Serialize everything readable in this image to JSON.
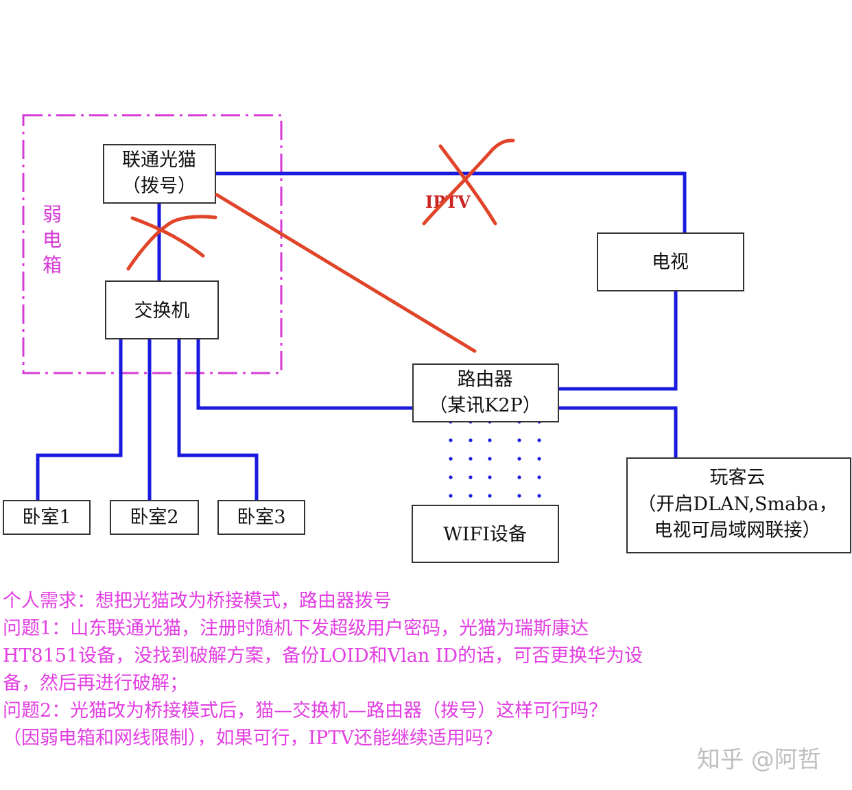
{
  "nodes": {
    "modem": {
      "line1": "联通光猫",
      "line2": "（拨号）"
    },
    "switch": {
      "label": "交换机"
    },
    "tv": {
      "label": "电视"
    },
    "router": {
      "line1": "路由器",
      "line2": "（某讯K2P）"
    },
    "bedroom1": {
      "label": "卧室1"
    },
    "bedroom2": {
      "label": "卧室2"
    },
    "bedroom3": {
      "label": "卧室3"
    },
    "wifi": {
      "label": "WIFI设备"
    },
    "nas": {
      "line1": "玩客云",
      "line2": "（开启DLAN,Smaba，",
      "line3": "电视可局域网联接）"
    }
  },
  "enclosure": {
    "label_chars": [
      "弱",
      "电",
      "箱"
    ]
  },
  "links": {
    "iptv_label": "IPTV"
  },
  "colors": {
    "wire": "#1a1adf",
    "cross": "#e0452a",
    "enclosure": "#d63ad6",
    "notes": "#e23ee2"
  },
  "notes": [
    "个人需求：想把光猫改为桥接模式，路由器拨号",
    "问题1：山东联通光猫，注册时随机下发超级用户密码，光猫为瑞斯康达",
    "HT8151设备，没找到破解方案，备份LOID和Vlan ID的话，可否更换华为设",
    "备，然后再进行破解；",
    "问题2：光猫改为桥接模式后，猫—交换机—路由器（拨号）这样可行吗？",
    "（因弱电箱和网线限制），如果可行，IPTV还能继续适用吗？"
  ],
  "watermark": "知乎 @阿哲"
}
